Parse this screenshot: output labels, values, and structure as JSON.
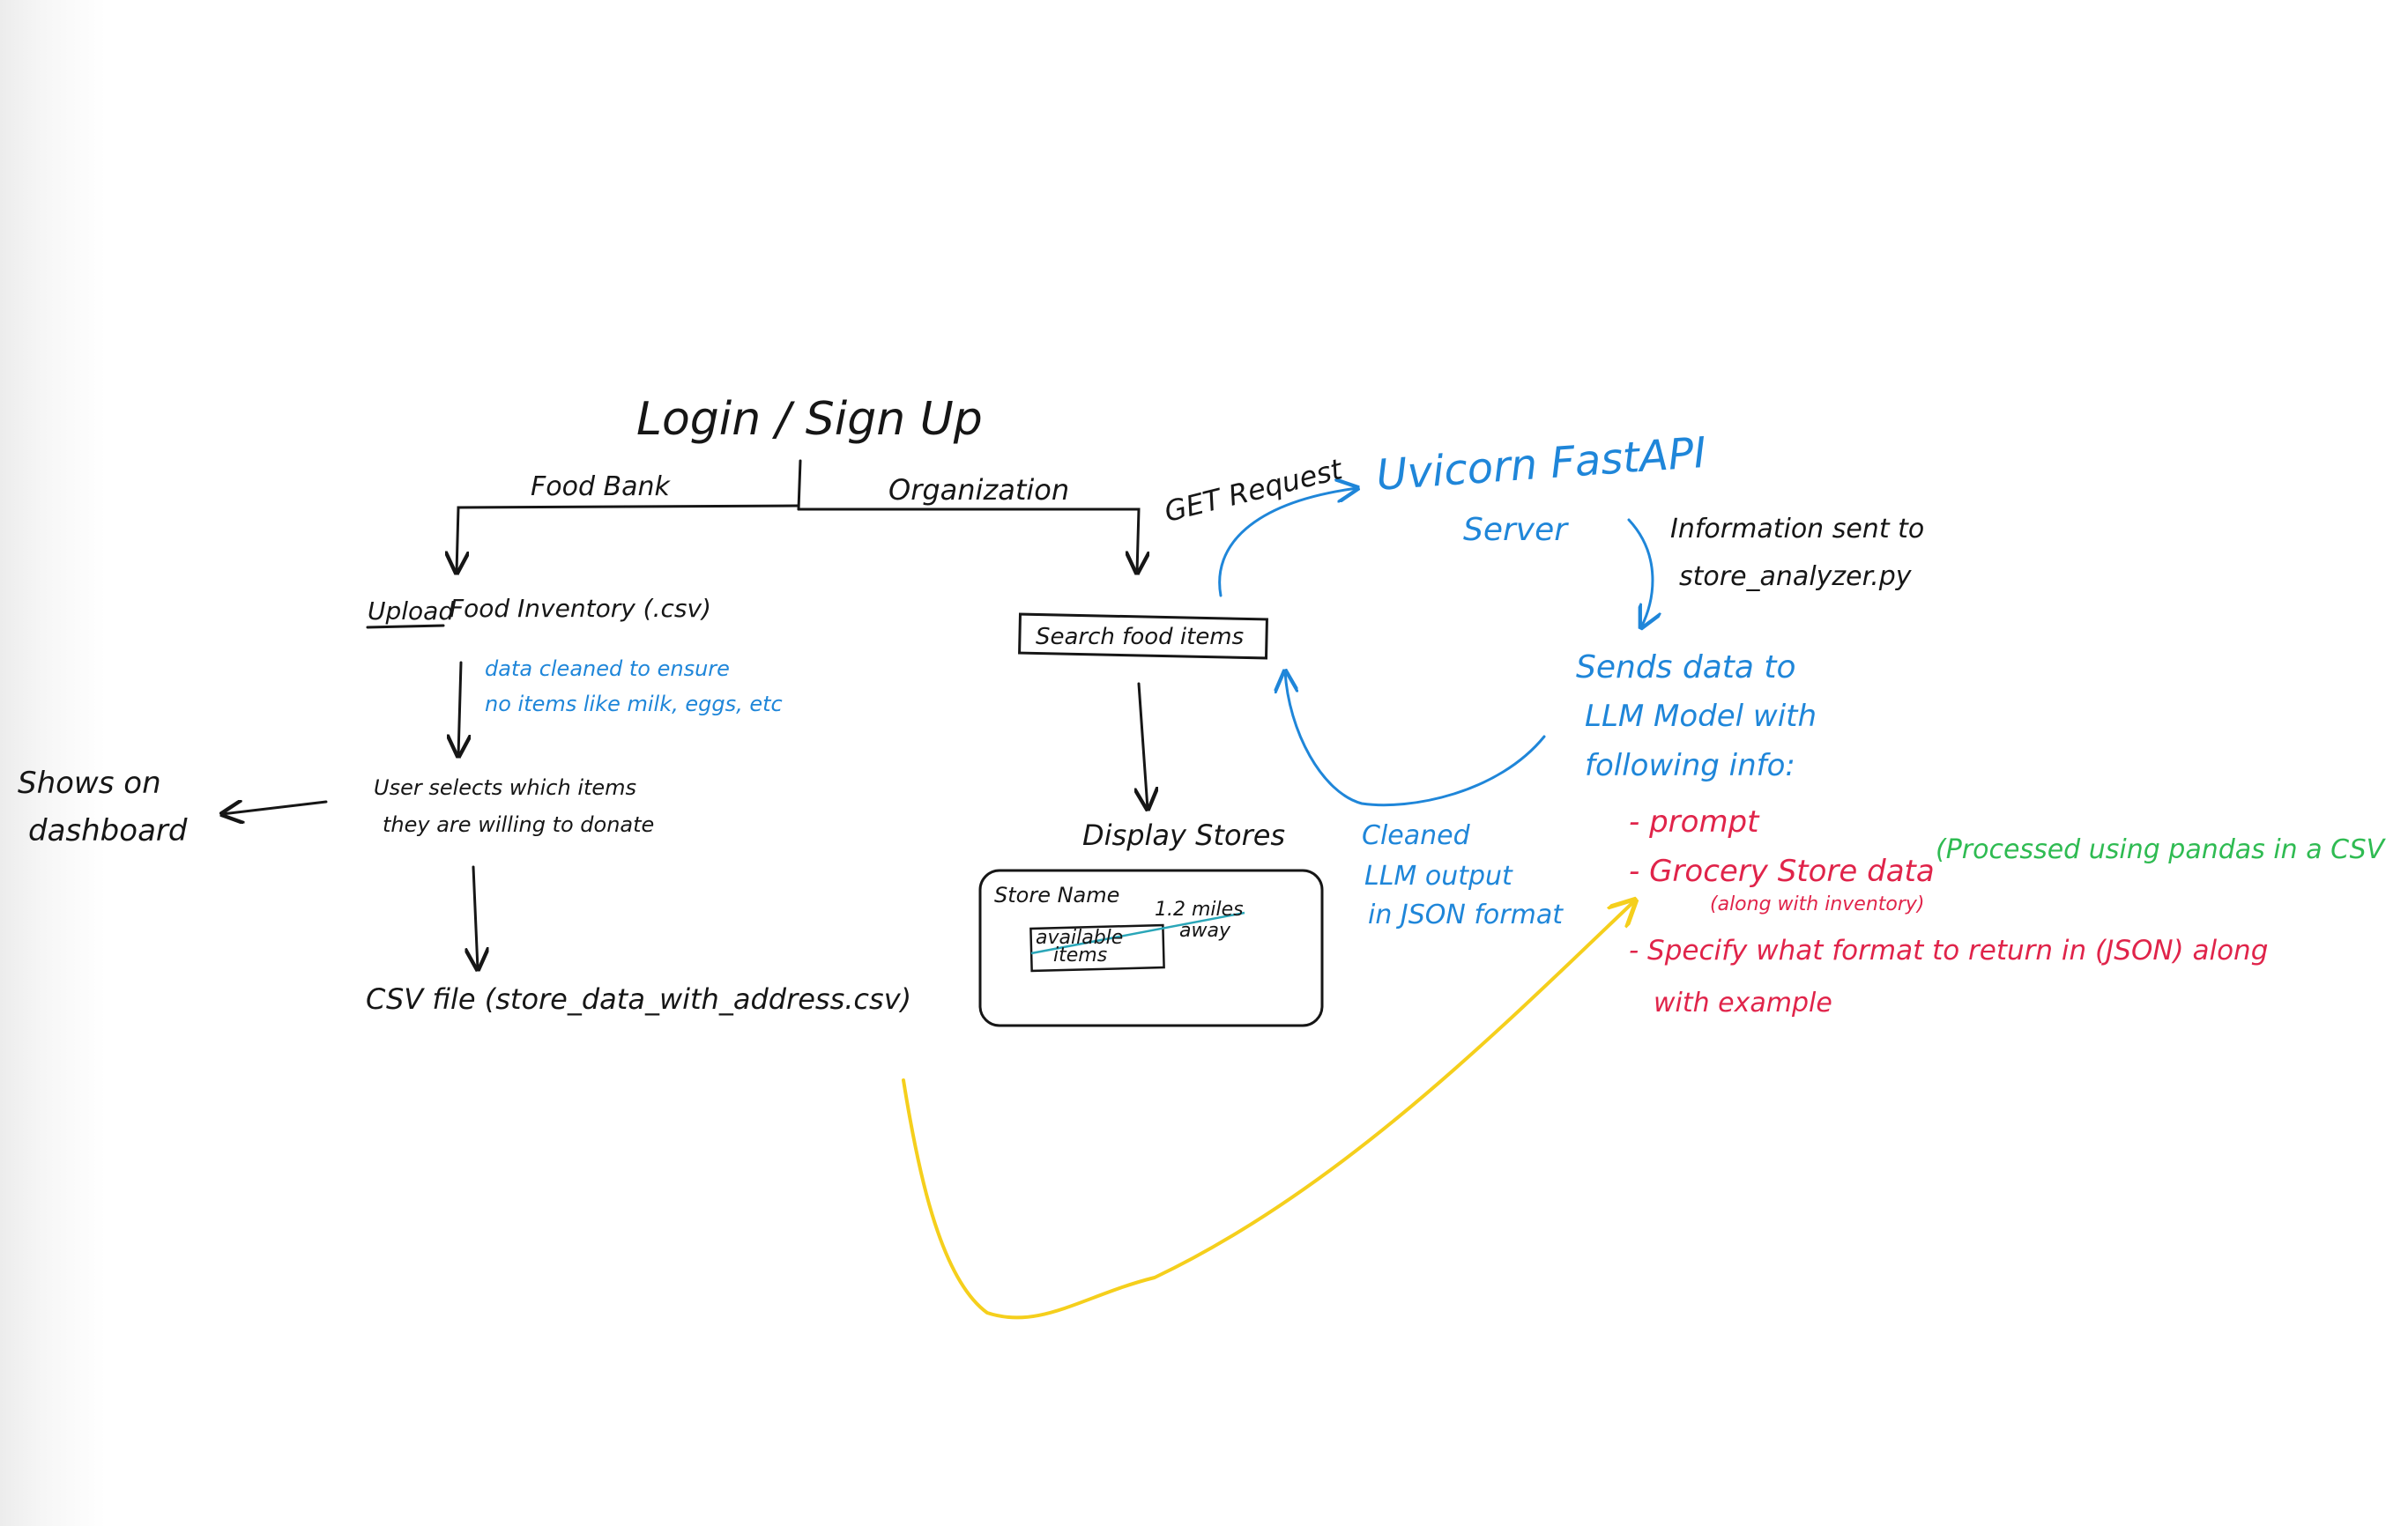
{
  "colors": {
    "ink": "#161616",
    "blue": "#1f86d9",
    "red": "#e0244a",
    "green": "#2fbb52",
    "yellow": "#f5cf1c"
  },
  "login": {
    "title": "Login / Sign Up"
  },
  "branches": {
    "food_bank": "Food Bank",
    "organization": "Organization"
  },
  "food_bank_flow": {
    "upload_word": "Upload",
    "upload_rest": "Food Inventory (.csv)",
    "clean_note_line1": "data cleaned to ensure",
    "clean_note_line2": "no items like milk, eggs, etc",
    "select_line1": "User selects which items",
    "select_line2": "they are willing to donate",
    "dashboard_line1": "Shows on",
    "dashboard_line2": "dashboard",
    "csv_output": "CSV file (store_data_with_address.csv)"
  },
  "org_flow": {
    "get_request": "GET Request",
    "search_box": "Search food items",
    "display_stores": "Display Stores",
    "card": {
      "store_name": "Store Name",
      "distance_line1": "1.2 miles",
      "distance_line2": "away",
      "items_line1": "available",
      "items_line2": "items"
    }
  },
  "server": {
    "title_line1": "Uvicorn FastAPI",
    "title_line2": "Server",
    "info_line1": "Information sent to",
    "info_line2": "store_analyzer.py",
    "sends_line1": "Sends data to",
    "sends_line2": "LLM Model with",
    "sends_line3": "following info:",
    "cleaned_line1": "Cleaned",
    "cleaned_line2": "LLM output",
    "cleaned_line3": "in JSON format"
  },
  "llm_info": {
    "bullet_prompt": "- prompt",
    "bullet_grocery": "- Grocery Store data",
    "grocery_note": "(Processed using pandas in a CSV",
    "grocery_sub": "(along with inventory)",
    "bullet_specify_line1": "- Specify what format to return in (JSON) along",
    "bullet_specify_line2": "with example"
  }
}
